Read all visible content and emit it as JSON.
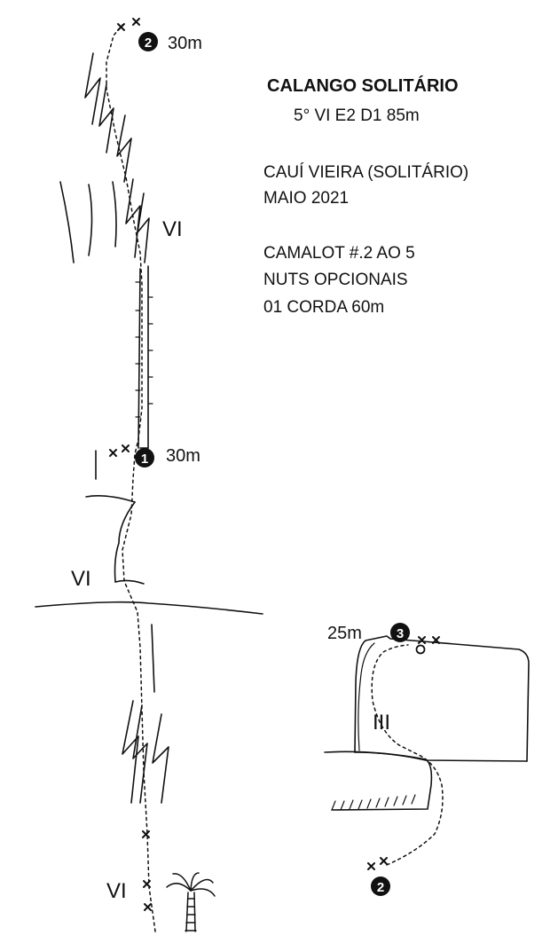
{
  "route": {
    "name": "CALANGO SOLITÁRIO",
    "grade": "5° VI E2 D1 85m",
    "first_ascent": "CAUÍ VIEIRA (SOLITÁRIO)",
    "date": "MAIO 2021",
    "gear_1": "CAMALOT #.2 AO 5",
    "gear_2": "NUTS OPCIONAIS",
    "gear_3": "01 CORDA 60m"
  },
  "belays": {
    "b1": {
      "number": "1",
      "length": "30m"
    },
    "b2": {
      "number": "2",
      "length": "30m"
    },
    "b3": {
      "number": "3",
      "length": "25m"
    },
    "b2_copy": {
      "number": "2"
    }
  },
  "grades": {
    "g_top": "VI",
    "g_mid": "VI",
    "g_bottom": "VI",
    "g_right": "III"
  },
  "colors": {
    "ink": "#111111",
    "paper": "#ffffff"
  }
}
